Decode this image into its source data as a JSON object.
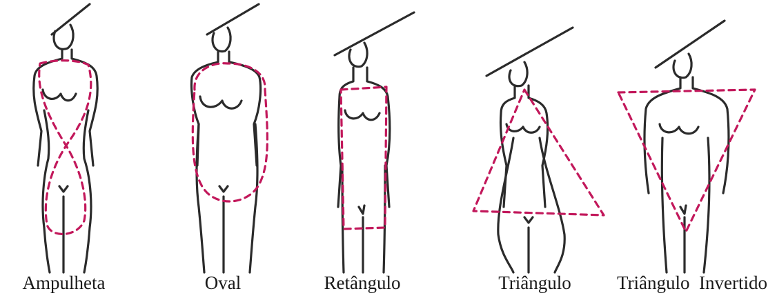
{
  "figures": [
    {
      "id": "ampulheta",
      "label": "Ampulheta",
      "shape": "hourglass"
    },
    {
      "id": "oval",
      "label": "Oval",
      "shape": "oval"
    },
    {
      "id": "retangulo",
      "label": "Retângulo",
      "shape": "rectangle"
    },
    {
      "id": "triangulo",
      "label": "Triângulo",
      "shape": "triangle"
    },
    {
      "id": "triangulo-invertido",
      "label": "Triângulo  Invertido",
      "shape": "inverted-triangle"
    }
  ],
  "colors": {
    "outline": "#2b2b2b",
    "dashed_shape": "#c2185b",
    "background": "#ffffff"
  }
}
